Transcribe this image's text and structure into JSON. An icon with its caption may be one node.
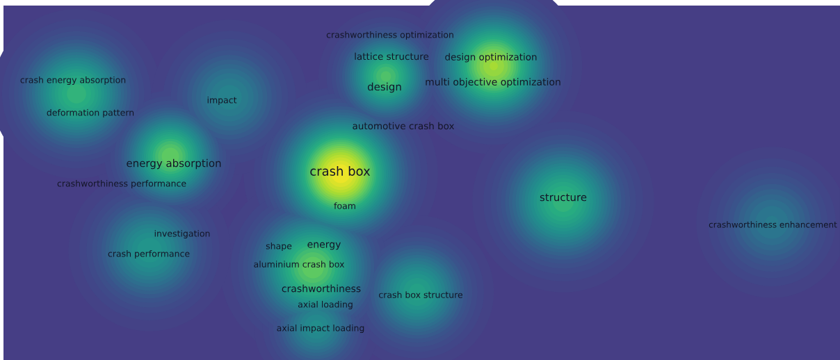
{
  "diagram": {
    "labels": [
      "crashworthiness optimization",
      "lattice structure",
      "design optimization",
      "crash energy absorption",
      "multi objective optimization",
      "design",
      "impact",
      "deformation pattern",
      "automotive crash box",
      "energy absorption",
      "crash box",
      "crashworthiness performance",
      "structure",
      "foam",
      "crashworthiness enhancement",
      "investigation",
      "energy",
      "shape",
      "crash performance",
      "aluminium crash box",
      "crashworthiness",
      "crash box structure",
      "axial loading",
      "axial impact loading"
    ]
  }
}
